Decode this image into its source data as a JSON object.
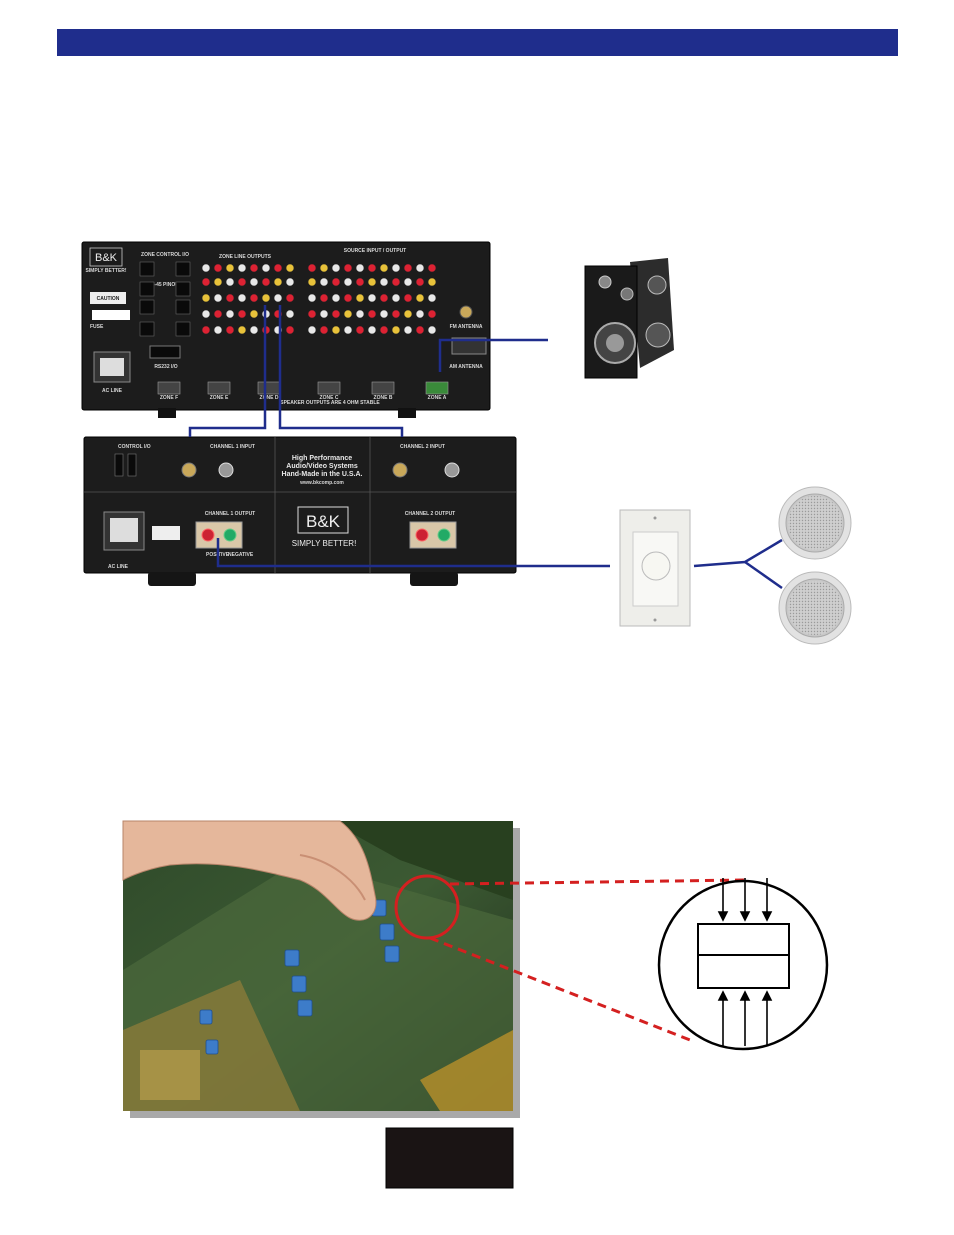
{
  "receiver": {
    "logo": "B&K",
    "tagline": "SIMPLY BETTER!",
    "zone_control_label": "ZONE CONTROL I/O",
    "rj45_label": "RJ-45 PINOUT",
    "caution_label": "CAUTION",
    "fuse_label": "FUSE",
    "zone_line_outputs_label": "ZONE LINE OUTPUTS",
    "source_io_label": "SOURCE INPUT / OUTPUT",
    "fm_antenna_label": "FM ANTENNA",
    "am_antenna_label": "AM ANTENNA",
    "rs232_label": "RS232 I/O",
    "ac_line_label": "AC LINE",
    "speaker_outputs_label": "SPEAKER OUTPUTS ARE 4 OHM STABLE",
    "zone_labels": [
      "ZONE F",
      "ZONE E",
      "ZONE D",
      "ZONE C",
      "ZONE B",
      "ZONE A"
    ]
  },
  "amplifier": {
    "control_io_label": "CONTROL I/O",
    "channel1_input_label": "CHANNEL 1 INPUT",
    "channel2_input_label": "CHANNEL 2 INPUT",
    "channel1_output_label": "CHANNEL 1 OUTPUT",
    "channel2_output_label": "CHANNEL 2 OUTPUT",
    "tagline_line1": "High Performance",
    "tagline_line2": "Audio/Video Systems",
    "tagline_line3": "Hand-Made in the U.S.A.",
    "website": "www.bkcomp.com",
    "logo": "B&K",
    "logo_tagline": "SIMPLY BETTER!",
    "positive_label": "POSITIVE",
    "negative_label": "NEGATIVE",
    "ac_line_label": "AC LINE"
  },
  "colors": {
    "header_bar": "#1f2d8c",
    "wire": "#1f2d8c",
    "zoom_line": "#d42020",
    "chassis": "#1c1c1c"
  }
}
